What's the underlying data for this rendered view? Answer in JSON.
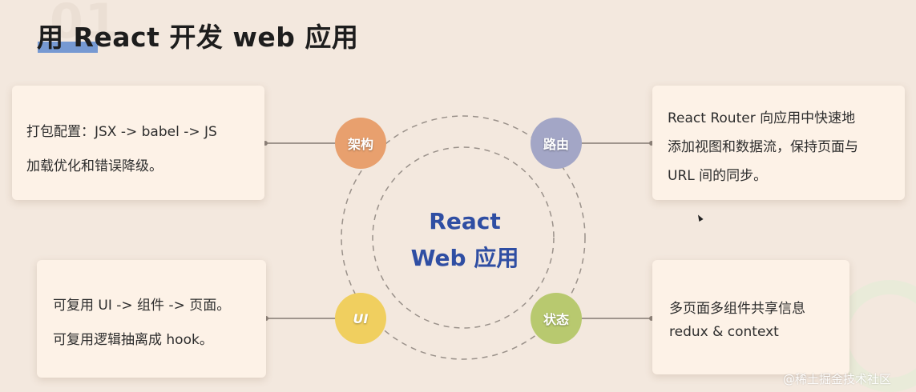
{
  "header": {
    "title": "用 React 开发 web 应用",
    "section_number": "01"
  },
  "center": {
    "line1": "React",
    "line2": "Web 应用"
  },
  "nodes": {
    "arch": "架构",
    "router": "路由",
    "ui": "UI",
    "state": "状态"
  },
  "cards": {
    "arch": [
      "打包配置：JSX -> babel -> JS",
      "加载优化和错误降级。"
    ],
    "router": [
      "React Router 向应用中快速地",
      "添加视图和数据流，保持页面与",
      "URL 间的同步。"
    ],
    "ui": [
      "可复用 UI -> 组件 -> 页面。",
      "可复用逻辑抽离成 hook。"
    ],
    "state": [
      "多页面多组件共享信息",
      "redux & context"
    ]
  },
  "watermark": "@稀土掘金技术社区",
  "colors": {
    "arch": "#e8a06e",
    "router": "#a3a6c6",
    "ui": "#f0cf5f",
    "state": "#b8c96f",
    "center_text": "#2f4ea3",
    "accent": "#5f8bd0"
  }
}
